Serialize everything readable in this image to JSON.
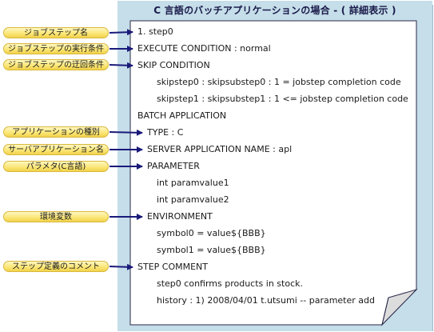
{
  "title": "C 言語のバッチアプリケーションの場合 - ( 詳細表示 )",
  "lines": [
    "1. step0",
    "EXECUTE CONDITION : normal",
    "SKIP CONDITION",
    "skipstep0 : skipsubstep0 : 1 = jobstep completion code",
    "skipstep1 : skipsubstep1 : 1 <= jobstep completion code",
    "BATCH APPLICATION",
    "TYPE : C",
    "SERVER APPLICATION NAME : apl",
    "PARAMETER",
    "int  paramvalue1",
    "int  paramvalue2",
    "ENVIRONMENT",
    "symbol0 = value${BBB}",
    "symbol1 = value${BBB}",
    "STEP COMMENT",
    "step0 confirms products in stock.",
    "history :  1)  2008/04/01   t.utsumi  -- parameter add"
  ],
  "labels": [
    "ジョブステップ名",
    "ジョブステップの実行条件",
    "ジョブステップの迂回条件",
    "アプリケーションの種別",
    "サーバアプリケーション名",
    "パラメタ(C言語)",
    "環境変数",
    "ステップ定義のコメント"
  ],
  "colors": {
    "panel": "#c5dee9",
    "label_fill": "#fbe77a",
    "arrow": "#1a1a7a"
  }
}
